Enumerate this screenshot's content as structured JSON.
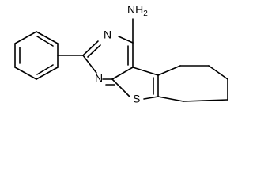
{
  "molecule": {
    "labels": {
      "amine": "NH",
      "amine_subscript": "2",
      "n_upper": "N",
      "n_lower": "N",
      "sulfur": "S"
    },
    "colors": {
      "ink": "#000000",
      "background": "#ffffff"
    }
  }
}
